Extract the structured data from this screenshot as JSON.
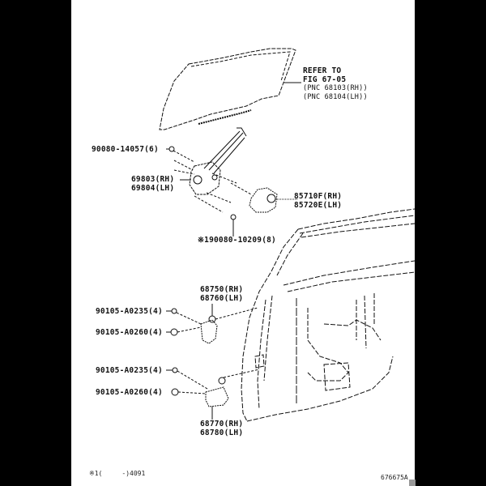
{
  "diagram": {
    "type": "exploded parts diagram",
    "subject": "front door glass, window regulator, regulator motor, door hinges and door panel",
    "frame": {
      "background": "#000000",
      "sheet": "#ffffff",
      "ink": "#111111"
    }
  },
  "callouts": {
    "glass_ref": {
      "line1": "REFER TO",
      "line2": "FIG 67-05",
      "line3": "(PNC 68103(RH))",
      "line4": "(PNC 68104(LH))"
    },
    "regulator_bolt": "90080-14057(6)",
    "regulator": {
      "rh": "69803(RH)",
      "lh": "69804(LH)"
    },
    "motor": {
      "rh": "85710F(RH)",
      "lh": "85720E(LH)"
    },
    "motor_screw": "※190080-10209(8)",
    "upper_hinge": {
      "rh": "68750(RH)",
      "lh": "68760(LH)"
    },
    "upper_hinge_bolt_a": "90105-A0235(4)",
    "upper_hinge_bolt_b": "90105-A0260(4)",
    "lower_hinge_bolt_a": "90105-A0235(4)",
    "lower_hinge_bolt_b": "90105-A0260(4)",
    "lower_hinge": {
      "rh": "68770(RH)",
      "lh": "68780(LH)"
    }
  },
  "footer": {
    "note": "※1(     -)4091",
    "figure_id": "676675A"
  }
}
